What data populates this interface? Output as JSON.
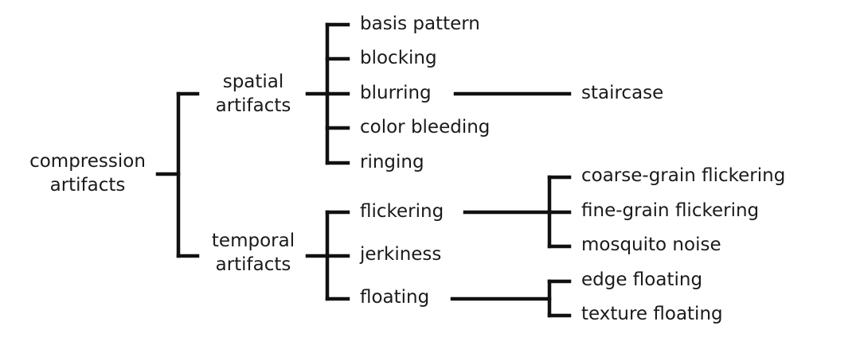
{
  "diagram": {
    "title": "compression artifacts taxonomy",
    "root": {
      "line1": "compression",
      "line2": "artifacts"
    },
    "branches": [
      {
        "line1": "spatial",
        "line2": "artifacts",
        "items": [
          {
            "label": "basis pattern"
          },
          {
            "label": "blocking"
          },
          {
            "label": "blurring",
            "children": [
              "staircase"
            ]
          },
          {
            "label": "color bleeding"
          },
          {
            "label": "ringing"
          }
        ]
      },
      {
        "line1": "temporal",
        "line2": "artifacts",
        "items": [
          {
            "label": "flickering",
            "children": [
              "coarse-grain flickering",
              "fine-grain flickering",
              "mosquito noise"
            ]
          },
          {
            "label": "jerkiness"
          },
          {
            "label": "floating",
            "children": [
              "edge floating",
              "texture floating"
            ]
          }
        ]
      }
    ],
    "line_color": "#111111",
    "text_color": "#1a1a1a"
  }
}
